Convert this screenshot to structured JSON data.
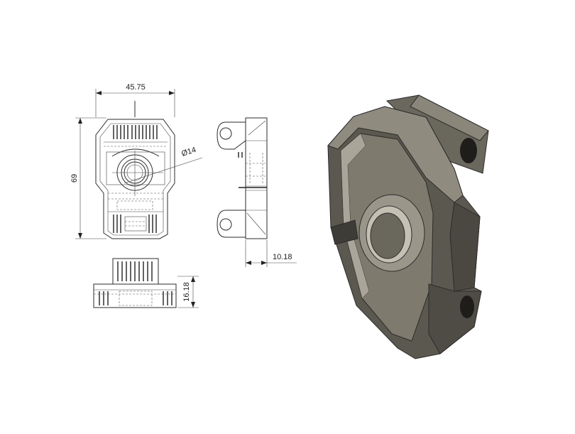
{
  "dimensions": {
    "width": "45.75",
    "height": "69",
    "diameter": "Ø14",
    "depth": "10.18",
    "base_height": "16.18"
  },
  "colors": {
    "line": "#2b2b2b",
    "model_dark": "#3e3c36",
    "model_mid": "#6a675d",
    "model_light": "#8a867a",
    "model_face": "#9a968a"
  }
}
